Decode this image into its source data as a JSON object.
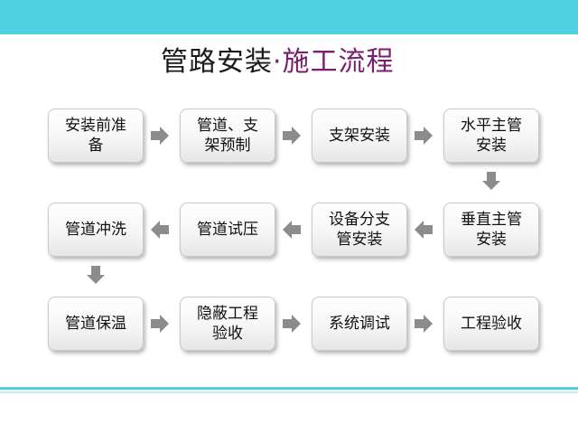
{
  "title": {
    "main": "管路安装",
    "dot": "·",
    "accent": "施工流程"
  },
  "steps": [
    {
      "line1": "安装前准",
      "line2": "备"
    },
    {
      "line1": "管道、支",
      "line2": "架预制"
    },
    {
      "line1": "支架安装",
      "line2": ""
    },
    {
      "line1": "水平主管",
      "line2": "安装"
    },
    {
      "line1": "垂直主管",
      "line2": "安装"
    },
    {
      "line1": "设备分支",
      "line2": "管安装"
    },
    {
      "line1": "管道试压",
      "line2": ""
    },
    {
      "line1": "管道冲洗",
      "line2": ""
    },
    {
      "line1": "管道保温",
      "line2": ""
    },
    {
      "line1": "隐蔽工程",
      "line2": "验收"
    },
    {
      "line1": "系统调试",
      "line2": ""
    },
    {
      "line1": "工程验收",
      "line2": ""
    }
  ],
  "colors": {
    "band": "#4fd1e2",
    "accent": "#7a1f6e",
    "arrow": "#8c8c8c"
  }
}
